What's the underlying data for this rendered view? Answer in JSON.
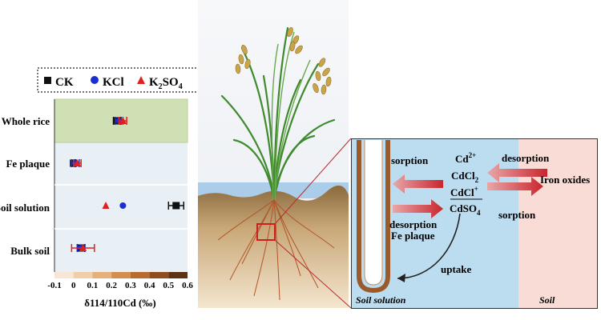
{
  "chart_data": {
    "type": "scatter",
    "xlabel": "δ114/110Cd (‰)",
    "xlim": [
      -0.1,
      0.6
    ],
    "xticks": [
      "-0.1",
      "0",
      "0.1",
      "0.2",
      "0.3",
      "0.4",
      "0.5",
      "0.6"
    ],
    "categories": [
      "Whole rice",
      "Fe plaque",
      "Soil solution",
      "Bulk soil"
    ],
    "series": [
      {
        "name": "CK",
        "color": "#111111",
        "marker": "square",
        "values": [
          0.23,
          0.0,
          0.54,
          0.04
        ],
        "errors": [
          0.02,
          0.01,
          0.04,
          0.02
        ]
      },
      {
        "name": "KCl",
        "color": "#1a2fd0",
        "marker": "circle",
        "values": [
          0.24,
          0.01,
          0.26,
          0.04
        ],
        "errors": [
          0.02,
          0.02,
          0.0,
          0.02
        ]
      },
      {
        "name": "K2SO4",
        "color": "#e02020",
        "marker": "triangle",
        "values": [
          0.26,
          0.02,
          0.17,
          0.05
        ],
        "errors": [
          0.02,
          0.02,
          0.0,
          0.06
        ]
      }
    ]
  },
  "legend": {
    "ck": "CK",
    "kcl": "KCl",
    "k2so4_main": "K",
    "k2so4_sub1": "2",
    "k2so4_main2": "SO",
    "k2so4_sub2": "4"
  },
  "diagram": {
    "sorption_left": "sorption",
    "desorption_left": "desorption",
    "desorption_right": "desorption",
    "sorption_right": "sorption",
    "iron_oxides": "Iron oxides",
    "species": {
      "cd_main": "Cd",
      "cd_sup": "2+",
      "cdcl2_main": "CdCl",
      "cdcl2_sub": "2",
      "cdcl_main": "CdCl",
      "cdcl_sup": "+",
      "cdso4_main": "CdSO",
      "cdso4_sub": "4"
    },
    "fe_plaque": "Fe plaque",
    "uptake": "uptake",
    "soil_solution": "Soil solution",
    "soil": "Soil"
  },
  "colors": {
    "whole_rice_band": "#cfe0b4",
    "panel_band": "#e8f0f6",
    "soil_solution_bg": "#bcdcf0",
    "soil_bg": "#f9dcd6",
    "arrow_red": "#c9262d",
    "root_brown": "#9b5a2a"
  }
}
